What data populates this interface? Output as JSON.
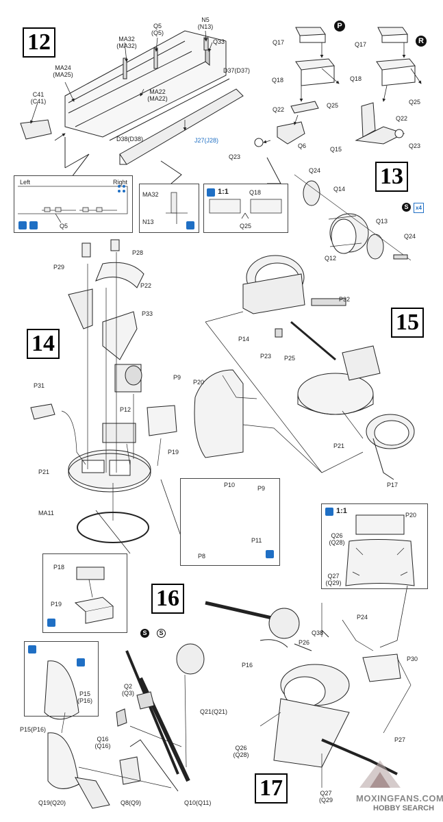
{
  "steps": [
    "12",
    "13",
    "14",
    "15",
    "16",
    "17"
  ],
  "markers": {
    "p": "P",
    "r": "R",
    "s": "S",
    "s_paren": "(S)",
    "qty_x4": "x4"
  },
  "scale_text": "1:1",
  "inset12": {
    "left": "Left",
    "right": "Right",
    "part": "Q5"
  },
  "inset12b": {
    "a": "MA32",
    "b": "N13"
  },
  "inset12c": {
    "a": "Q18",
    "b": "Q25"
  },
  "step12_labels": {
    "q5": "Q5",
    "q5b": "(Q5)",
    "n5": "N5",
    "n13": "(N13)",
    "ma32": "MA32",
    "ma32b": "(MA32)",
    "q33": "Q33",
    "ma24": "MA24",
    "ma25": "(MA25)",
    "d37": "D37(D37)",
    "c41": "C41",
    "c41b": "(C41)",
    "ma22": "MA22",
    "ma22b": "(MA22)",
    "d38": "D38(D38)",
    "j27": "J27(J28)"
  },
  "step13_labels": {
    "q17a": "Q17",
    "q18a": "Q18",
    "q25a": "Q25",
    "q22a": "Q22",
    "q6": "Q6",
    "q23a": "Q23",
    "q17b": "Q17",
    "q18b": "Q18",
    "q25b": "Q25",
    "q22b": "Q22",
    "q15": "Q15",
    "q23b": "Q23",
    "q24a": "Q24",
    "q14": "Q14",
    "q13": "Q13",
    "q24b": "Q24",
    "q12": "Q12"
  },
  "step14_labels": {
    "p28": "P28",
    "p29": "P29",
    "p22": "P22",
    "p33": "P33",
    "p9": "P9",
    "p31": "P31",
    "p12": "P12",
    "p19": "P19",
    "p21": "P21",
    "ma11": "MA11"
  },
  "inset14a": {
    "p10": "P10",
    "p9": "P9",
    "p11": "P11",
    "p8": "P8"
  },
  "inset14b": {
    "p18": "P18",
    "p19": "P19"
  },
  "step15_labels": {
    "p32": "P32",
    "p14": "P14",
    "p23": "P23",
    "p25": "P25",
    "p20": "P20",
    "p21": "P21",
    "p17": "P17"
  },
  "inset15": {
    "p20": "P20",
    "q26": "Q26",
    "q28": "(Q28)",
    "q27": "Q27",
    "q29": "(Q29)"
  },
  "inset16": {
    "p15": "P15",
    "p16": "(P16)"
  },
  "step16_labels": {
    "q2": "Q2",
    "q3": "(Q3)",
    "q21": "Q21(Q21)",
    "q16": "Q16",
    "q16b": "(Q16)",
    "p15": "P15(P16)",
    "q19": "Q19(Q20)",
    "q8": "Q8(Q9)",
    "q10": "Q10(Q11)"
  },
  "step17_labels": {
    "p24": "P24",
    "q38": "Q38",
    "p26": "P26",
    "p16": "P16",
    "p30": "P30",
    "p27": "P27",
    "q26": "Q26",
    "q28": "(Q28)",
    "q27": "Q27",
    "q29": "(Q29"
  },
  "watermark": {
    "line1": "MOXINGFANS.COM",
    "line2": "HOBBY SEARCH"
  },
  "colors": {
    "ink": "#222222",
    "accent_blue": "#1f6fc4"
  }
}
